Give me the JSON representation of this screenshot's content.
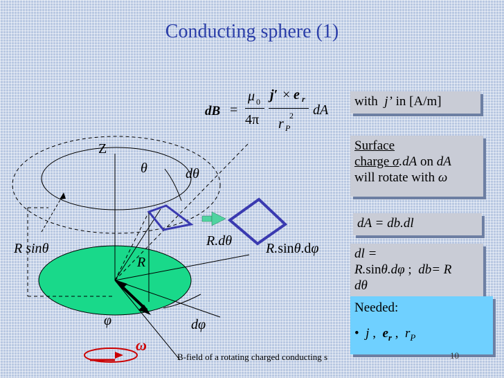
{
  "slide": {
    "title": "Conducting sphere (1)",
    "footer": "B-field of a rotating charged conducting sphere",
    "page_number": "10"
  },
  "formula": {
    "lhs": "dB",
    "eq": "=",
    "mu": "μ",
    "mu_sub": "0",
    "four_pi": "4π",
    "j": "j′",
    "times": "×",
    "e": "e",
    "e_sub": "r",
    "r": "r",
    "r_sub": "P",
    "sq": "2",
    "dA": "dA"
  },
  "diagram": {
    "z": "Z",
    "theta": "θ",
    "dtheta": "dθ",
    "rsin_pre": "R sin",
    "rsin_theta": "θ",
    "R": "R",
    "Rdtheta_pre": "R.d",
    "Rdtheta_theta": "θ",
    "Rsin_pre": "R.",
    "Rsin_sin": "sin",
    "Rsin_theta": "θ",
    "Rsin_d": ".d",
    "Rsin_phi": "φ",
    "phi": "φ",
    "dphi": "dφ",
    "omega": "ω"
  },
  "boxes": {
    "with_prefix": "with",
    "with_j": "j’",
    "with_suffix": "in [A/m]",
    "surface_line1": "Surface",
    "surface_charge": "charge",
    "surface_sigma": "σ",
    "surface_dA": ".dA",
    "surface_on": "on",
    "surface_dA2": "dA",
    "surface_line3": "will rotate with",
    "surface_omega": "ω",
    "dA_eq": "dA = db.dl",
    "dl_line1": "dl =",
    "dl_R": "R.",
    "dl_sin": "sin",
    "dl_theta": "θ",
    "dl_d": ".d",
    "dl_phi": "φ",
    "dl_sep": ";",
    "dl_db": "db= R",
    "dl_cut": "dθ",
    "needed_title": "Needed:",
    "needed_bullet": "•",
    "needed_j": "j",
    "needed_c1": ",",
    "needed_e": "e",
    "needed_esub": "r",
    "needed_c2": ",",
    "needed_r": "r",
    "needed_rsub": "P"
  },
  "colors": {
    "title": "#2b3ea8",
    "disc": "#19d98a",
    "patch": "#3a3ab0",
    "arrow_green": "#4fd3a0",
    "omega": "#cc0000",
    "box_gray": "#c9ccd6",
    "box_blue": "#6fd0ff"
  }
}
